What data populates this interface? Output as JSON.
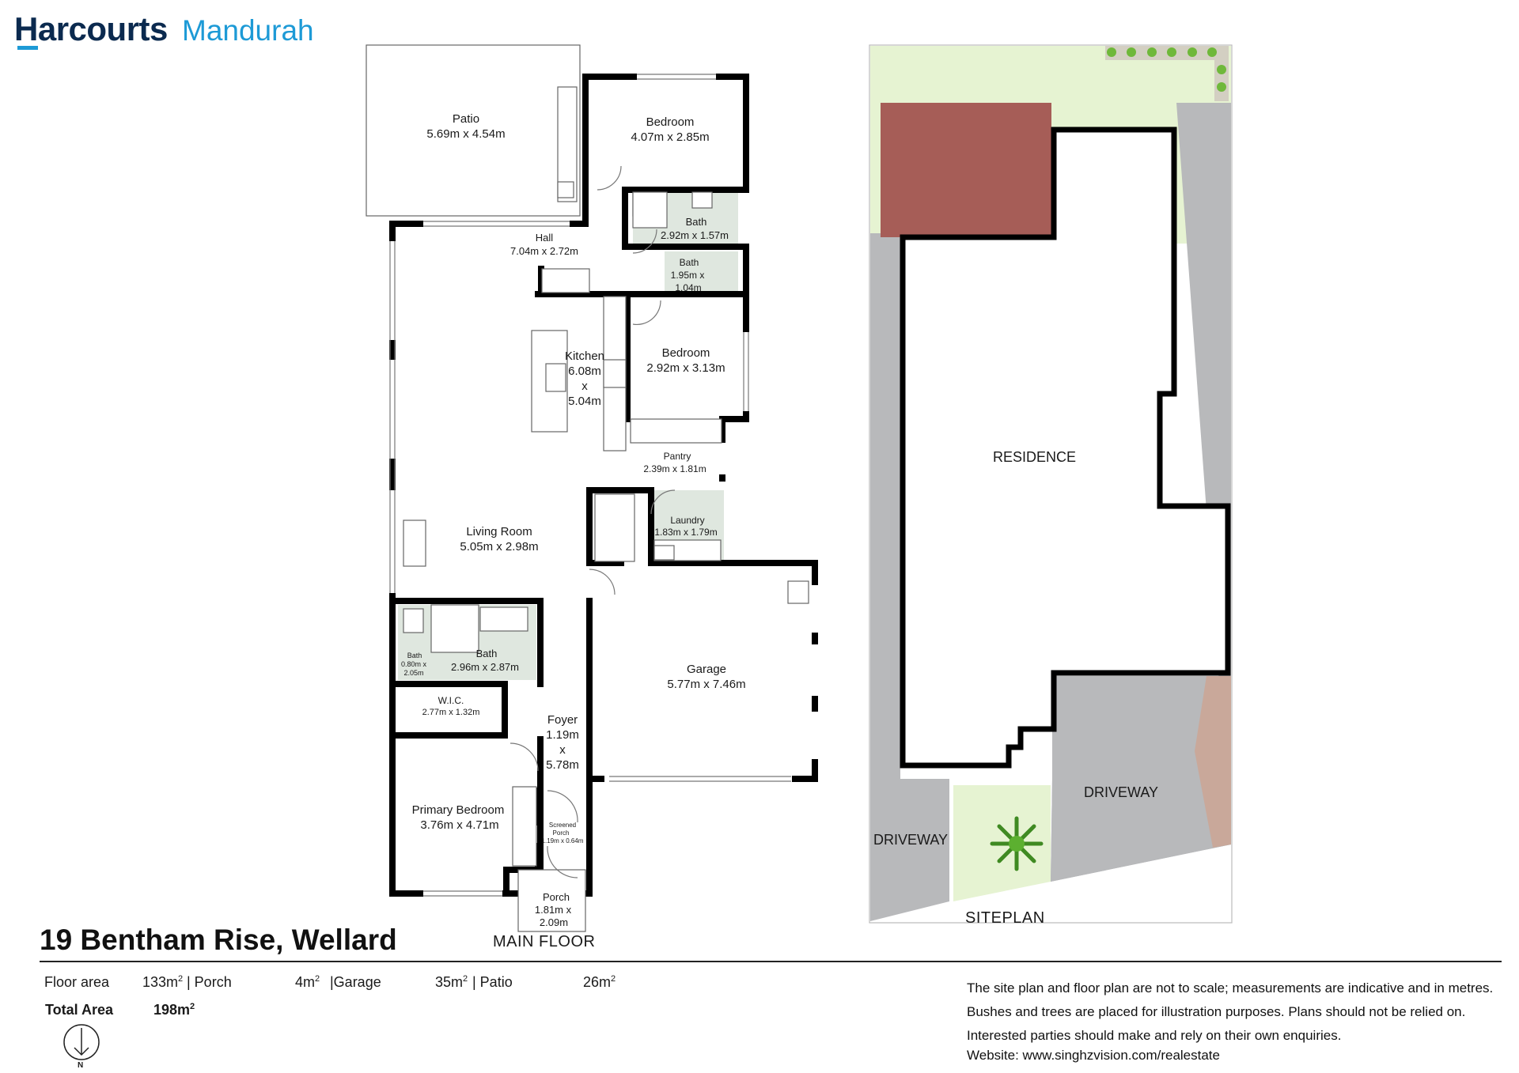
{
  "brand": {
    "name": "Harcourts",
    "office": "Mandurah"
  },
  "floorplan": {
    "rooms": [
      {
        "id": "patio",
        "name": "Patio",
        "dims": "5.69m x 4.54m"
      },
      {
        "id": "bedroom1",
        "name": "Bedroom",
        "dims": "4.07m x 2.85m"
      },
      {
        "id": "bath1",
        "name": "Bath",
        "dims": "2.92m x 1.57m"
      },
      {
        "id": "hall",
        "name": "Hall",
        "dims": "7.04m x 2.72m"
      },
      {
        "id": "bath2",
        "name": "Bath",
        "dims_l1": "1.95m x",
        "dims_l2": "1.04m"
      },
      {
        "id": "kitchen",
        "name": "Kitchen",
        "dims_l1": "6.08m",
        "dims_l2": "x",
        "dims_l3": "5.04m"
      },
      {
        "id": "bedroom2",
        "name": "Bedroom",
        "dims": "2.92m x 3.13m"
      },
      {
        "id": "pantry",
        "name": "Pantry",
        "dims": "2.39m x 1.81m"
      },
      {
        "id": "laundry",
        "name": "Laundry",
        "dims": "1.83m x 1.79m"
      },
      {
        "id": "living",
        "name": "Living Room",
        "dims": "5.05m x 2.98m"
      },
      {
        "id": "bath3",
        "name": "Bath",
        "dims": "2.96m x 2.87m"
      },
      {
        "id": "bath4",
        "name": "Bath",
        "dims_l1": "0.80m x",
        "dims_l2": "2.05m"
      },
      {
        "id": "wic",
        "name": "W.I.C.",
        "dims": "2.77m x 1.32m"
      },
      {
        "id": "foyer",
        "name": "Foyer",
        "dims_l1": "1.19m",
        "dims_l2": "x",
        "dims_l3": "5.78m"
      },
      {
        "id": "garage",
        "name": "Garage",
        "dims": "5.77m x 7.46m"
      },
      {
        "id": "primary",
        "name": "Primary Bedroom",
        "dims": "3.76m x 4.71m"
      },
      {
        "id": "screened",
        "name_l1": "Screened",
        "name_l2": "Porch",
        "dims": "1.19m x 0.64m"
      },
      {
        "id": "porch",
        "name": "Porch",
        "dims_l1": "1.81m x",
        "dims_l2": "2.09m"
      }
    ],
    "floor_label": "MAIN FLOOR"
  },
  "siteplan": {
    "residence": "RESIDENCE",
    "driveway_left": "DRIVEWAY",
    "driveway_right": "DRIVEWAY",
    "label": "SITEPLAN",
    "colors": {
      "lawn": "#e6f3d2",
      "garage_roof": "#a65d57",
      "paving": "#b8b9bb",
      "neighbour": "#c9a89a",
      "tree": "#5cb030"
    }
  },
  "address": "19 Bentham Rise, Wellard",
  "areas": {
    "floor_label": "Floor area",
    "floor_value": "133m",
    "floor_sep": "| Porch",
    "porch_value": "4m",
    "porch_sep": "|Garage",
    "garage_value": "35m",
    "garage_sep": "|  Patio",
    "patio_value": "26m",
    "unit_sup": "2",
    "total_label": "Total Area",
    "total_value": "198m"
  },
  "compass": {
    "label": "N"
  },
  "disclaimer": [
    "The site plan and floor plan are not to scale; measurements are indicative and in metres.",
    "Bushes and trees are placed for illustration purposes. Plans should not be relied on.",
    "Interested parties should make and rely on their own enquiries.",
    "Website: www.singhzvision.com/realestate"
  ]
}
